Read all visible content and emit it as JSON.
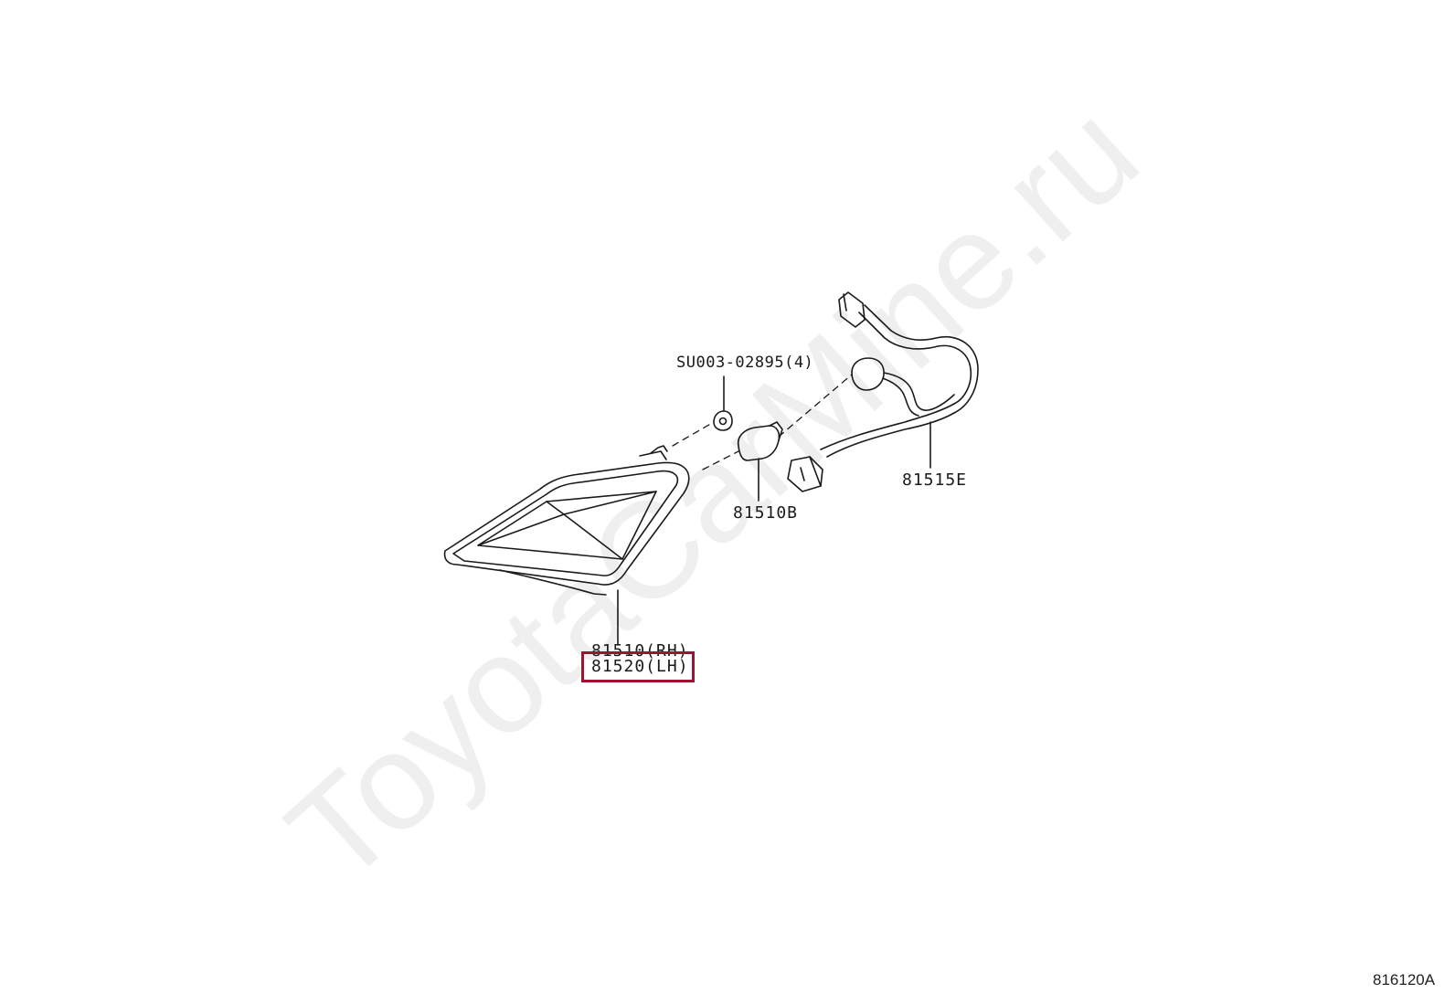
{
  "diagram": {
    "labels": {
      "fastener": "SU003-02895(4)",
      "harness": "81515E",
      "bulb": "81510B",
      "lamp_rh": "81510(RH)",
      "lamp_lh": "81520(LH)"
    },
    "diagram_code": "816120A",
    "watermark": "ToyotaCarMine.ru",
    "highlight_color": "#9b1434",
    "line_color": "#1a1a1a"
  }
}
